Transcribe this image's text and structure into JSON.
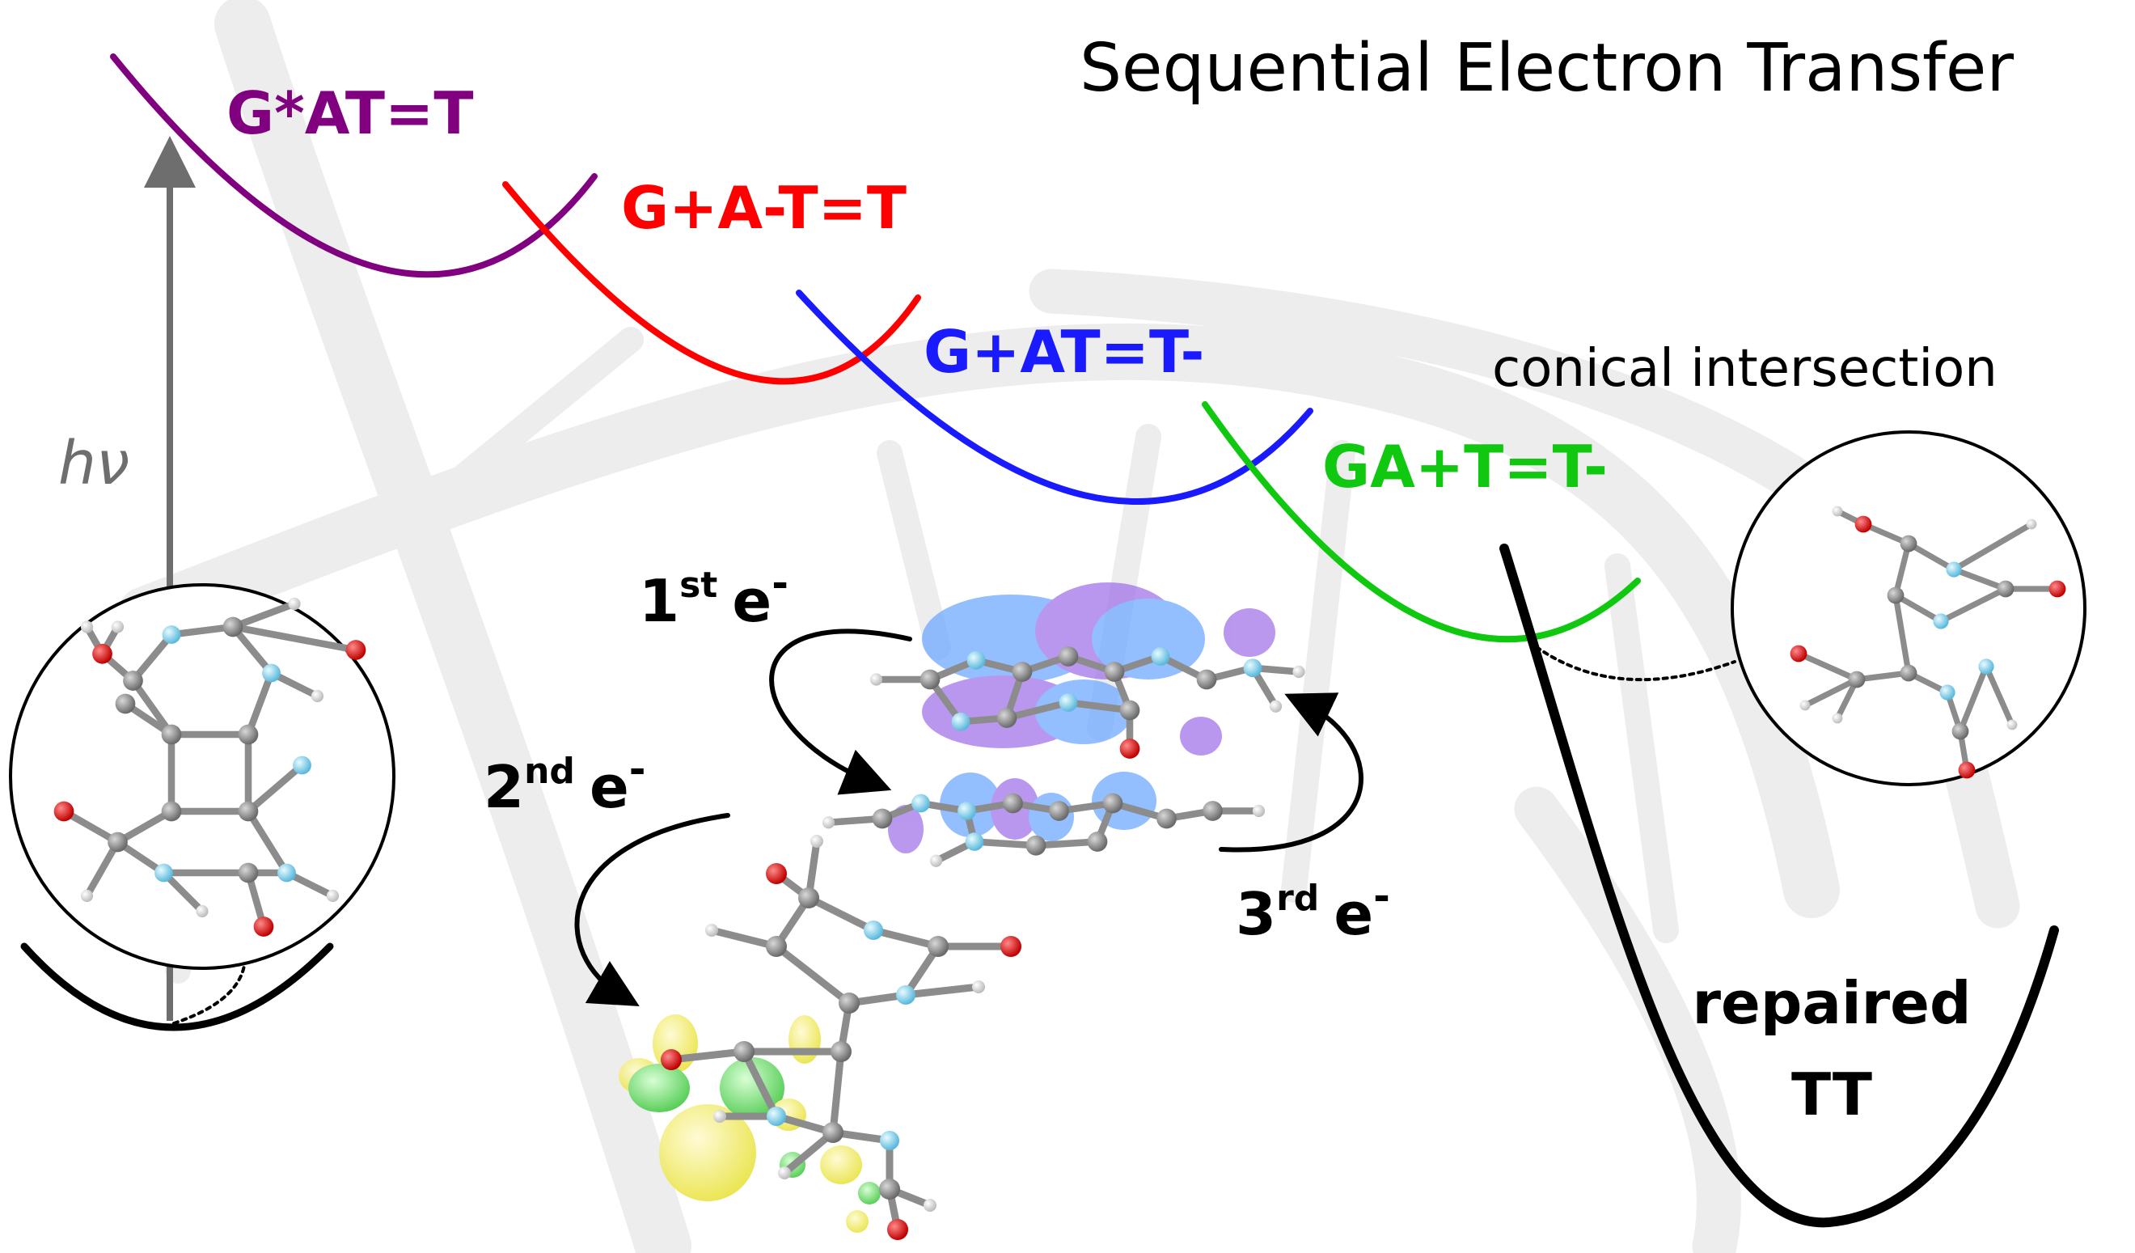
{
  "title": "Sequential Electron Transfer",
  "annotation_ci": "conical intersection",
  "photon_label": "hν",
  "states": [
    {
      "key": "gstar",
      "label": "G*AT=T",
      "color": "#800080"
    },
    {
      "key": "gplus_aminus",
      "label": "G+A-T=T",
      "color": "#ff0000"
    },
    {
      "key": "gplus_tminus",
      "label": "G+AT=T-",
      "color": "#1a1aff"
    },
    {
      "key": "aplus_tminus",
      "label": "GA+T=T-",
      "color": "#11c811"
    }
  ],
  "electron_steps": [
    {
      "ordinal": "1",
      "suffix": "st",
      "e": "e",
      "charge": "-"
    },
    {
      "ordinal": "2",
      "suffix": "nd",
      "e": "e",
      "charge": "-"
    },
    {
      "ordinal": "3",
      "suffix": "rd",
      "e": "e",
      "charge": "-"
    }
  ],
  "product_label_line1": "repaired",
  "product_label_line2": "TT",
  "colors": {
    "ground": "#000000",
    "arrow_photon": "#6e6e6e",
    "dna_ribbon": "#ececec",
    "carbon": "#8a8a8a",
    "nitrogen": "#8fd6f0",
    "oxygen": "#e01010",
    "hydrogen": "#ffffff",
    "orbital_blue": "#6aa6ff",
    "orbital_purple": "#a070e8",
    "orbital_yellow": "#f2ef5a",
    "orbital_green": "#62d862"
  }
}
